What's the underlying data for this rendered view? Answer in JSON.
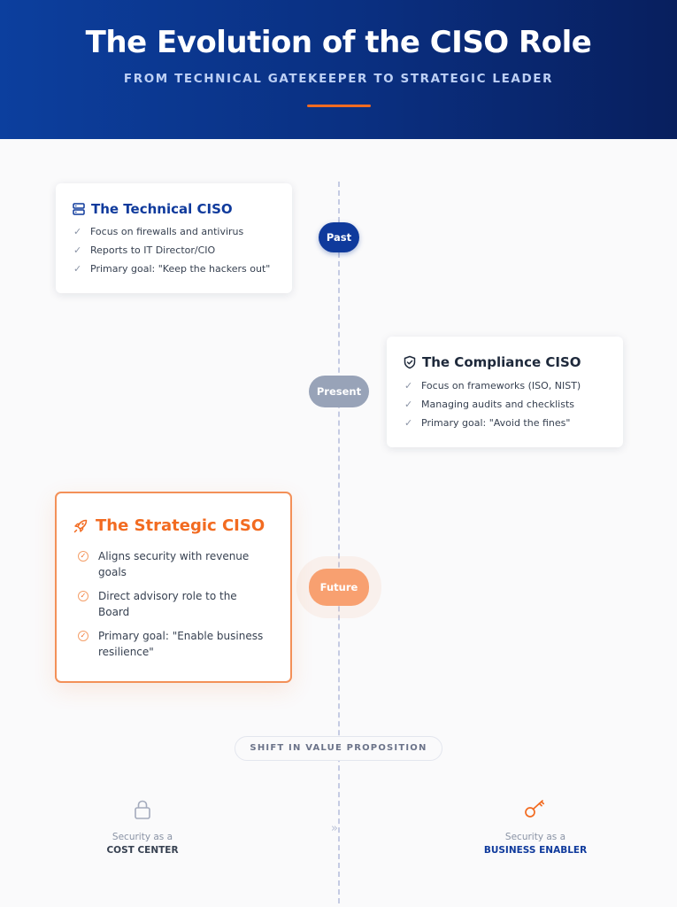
{
  "header": {
    "title": "The Evolution of the CISO Role",
    "subtitle": "FROM TECHNICAL GATEKEEPER TO STRATEGIC LEADER"
  },
  "stages": [
    {
      "label": "Past",
      "title": "The Technical CISO",
      "icon": "server-icon",
      "items": [
        "Focus on firewalls and antivirus",
        "Reports to IT Director/CIO",
        "Primary goal: \"Keep the hackers out\""
      ]
    },
    {
      "label": "Present",
      "title": "The Compliance CISO",
      "icon": "shield-icon",
      "items": [
        "Focus on frameworks (ISO, NIST)",
        "Managing audits and checklists",
        "Primary goal: \"Avoid the fines\""
      ]
    },
    {
      "label": "Future",
      "title": "The Strategic CISO",
      "icon": "rocket-icon",
      "items": [
        "Aligns security with revenue goals",
        "Direct advisory role to the Board",
        "Primary goal: \"Enable business resilience\""
      ]
    }
  ],
  "shift": {
    "label": "SHIFT IN VALUE PROPOSITION",
    "from_prefix": "Security as a",
    "from": "COST CENTER",
    "to_prefix": "Security as a",
    "to": "BUSINESS ENABLER"
  },
  "colors": {
    "primary_blue": "#0f3a9c",
    "accent_orange": "#f26b21",
    "muted_gray": "#98a3b8"
  }
}
